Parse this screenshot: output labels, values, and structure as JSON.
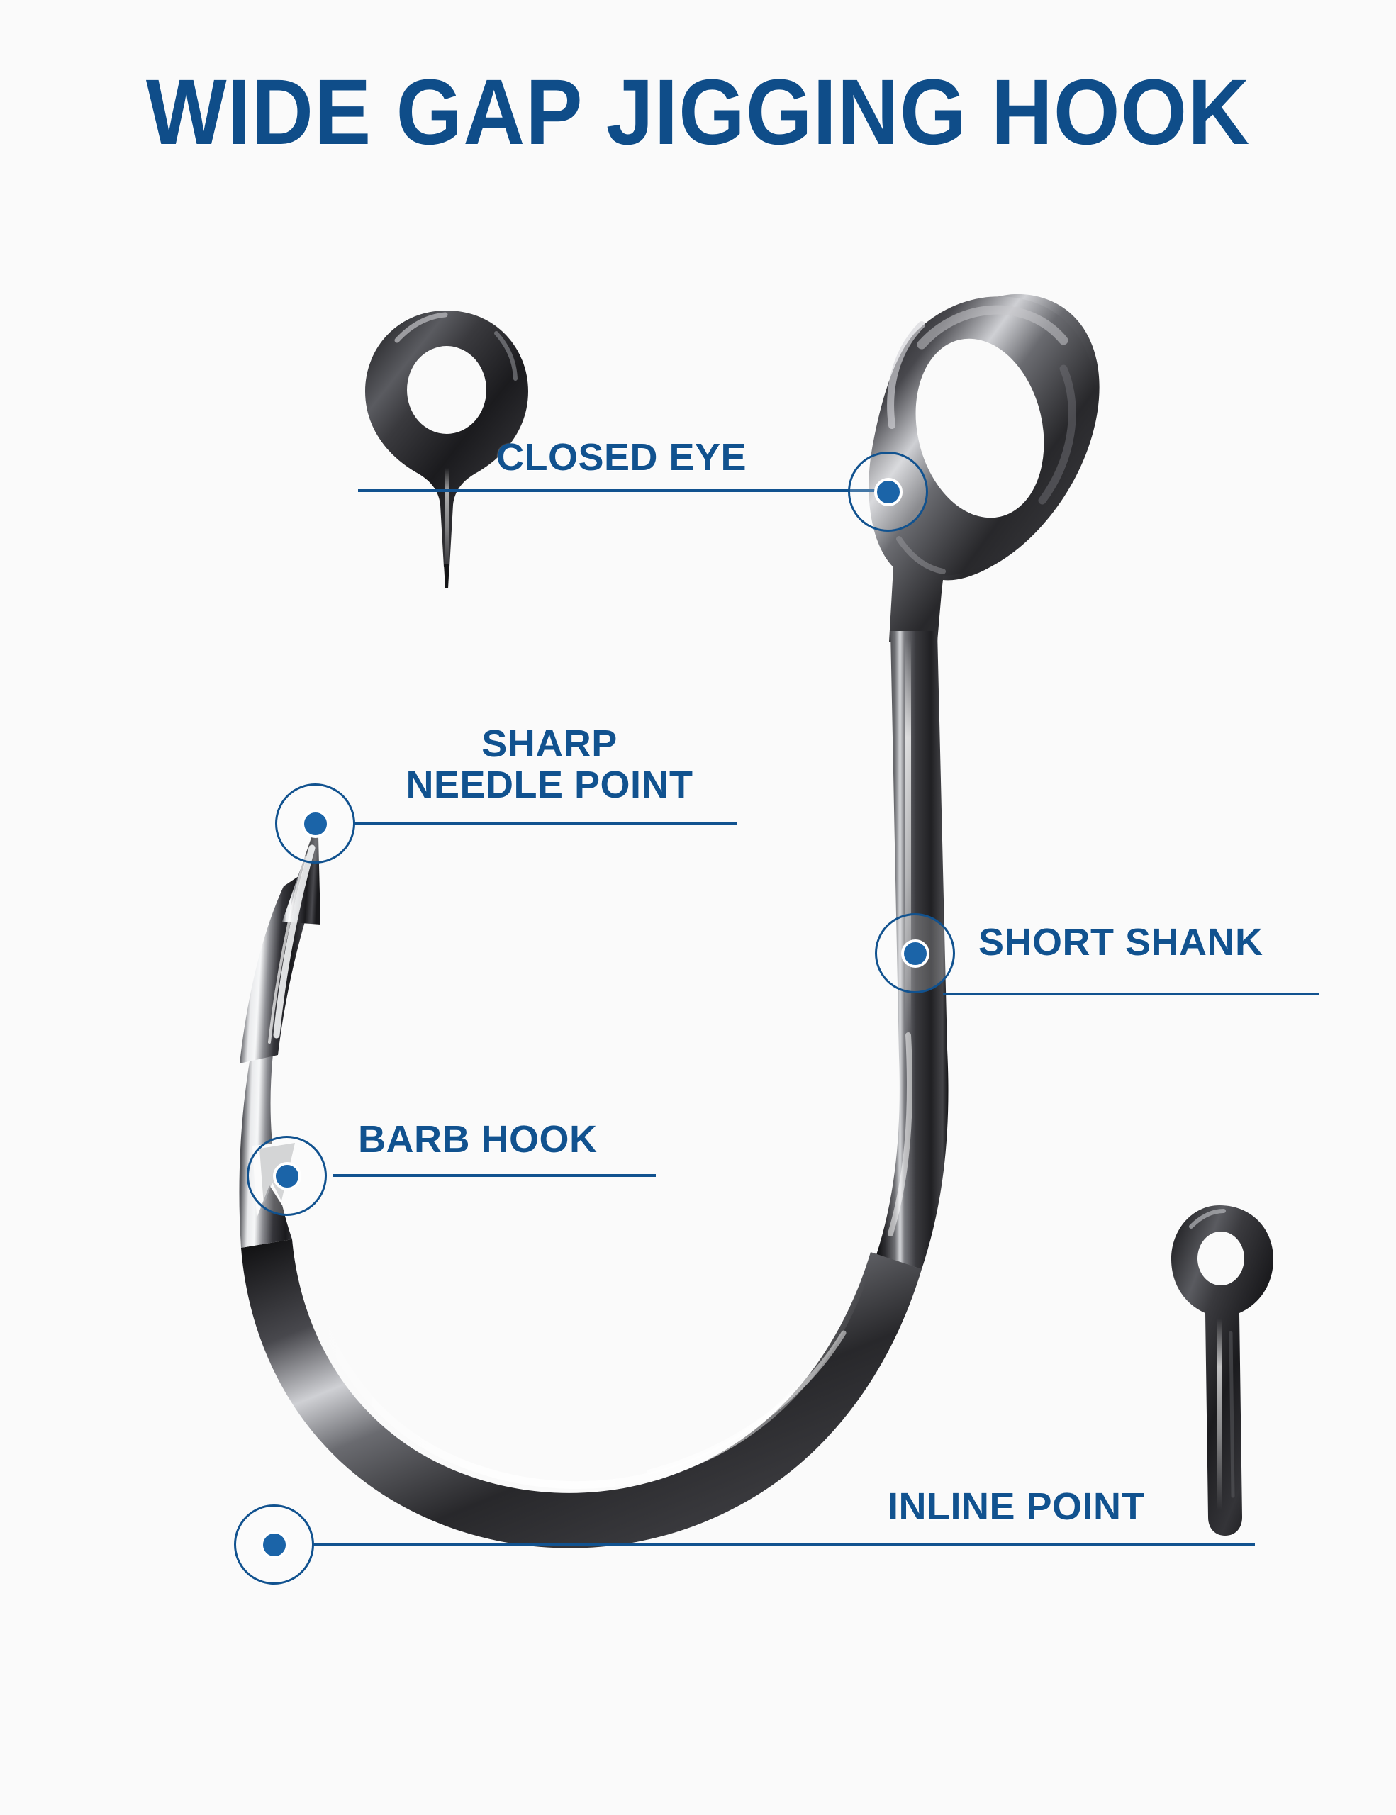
{
  "page": {
    "background_color": "#fafafa",
    "accent_color": "#11528f",
    "marker_dot_color": "#1b64a8",
    "hook_color": "#2b2b2d"
  },
  "header": {
    "title": "WIDE GAP JIGGING HOOK"
  },
  "product": {
    "name": "Wide Gap Jigging Hook",
    "illustrations": [
      {
        "name": "closed-eye-detail",
        "description": "Close-up of small teardrop closed eye with shank stub"
      },
      {
        "name": "main-hook",
        "description": "Large wide-gap jigging hook with oval closed eye, short shank, deep bend, barbed needle point"
      },
      {
        "name": "inline-point-detail",
        "description": "Straight shank with round closed eye showing inline alignment"
      }
    ]
  },
  "callouts": [
    {
      "id": "closed-eye",
      "label": "CLOSED EYE",
      "marker_name": "marker-closed-eye"
    },
    {
      "id": "sharp-needle-point",
      "label": "SHARP\nNEEDLE POINT",
      "label_line_1": "SHARP",
      "label_line_2": "NEEDLE POINT",
      "marker_name": "marker-sharp-needle-point"
    },
    {
      "id": "short-shank",
      "label": "SHORT SHANK",
      "marker_name": "marker-short-shank"
    },
    {
      "id": "barb-hook",
      "label": "BARB HOOK",
      "marker_name": "marker-barb-hook"
    },
    {
      "id": "inline-point",
      "label": "INLINE POINT",
      "marker_name": "marker-inline-point"
    }
  ]
}
